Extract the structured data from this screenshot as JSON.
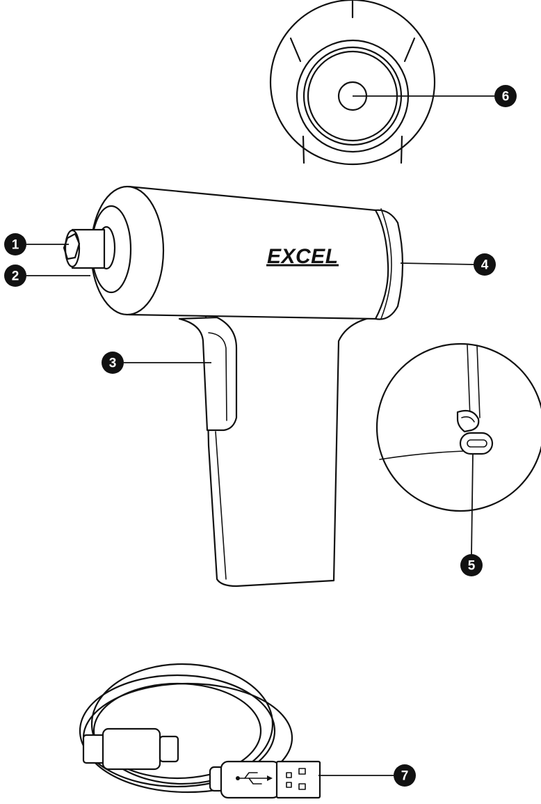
{
  "brand_logo": "EXCEL",
  "callouts": {
    "c1": "1",
    "c2": "2",
    "c3": "3",
    "c4": "4",
    "c5": "5",
    "c6": "6",
    "c7": "7"
  },
  "colors": {
    "line": "#111111",
    "background": "#ffffff",
    "callout_fill": "#111111",
    "callout_text": "#ffffff"
  }
}
